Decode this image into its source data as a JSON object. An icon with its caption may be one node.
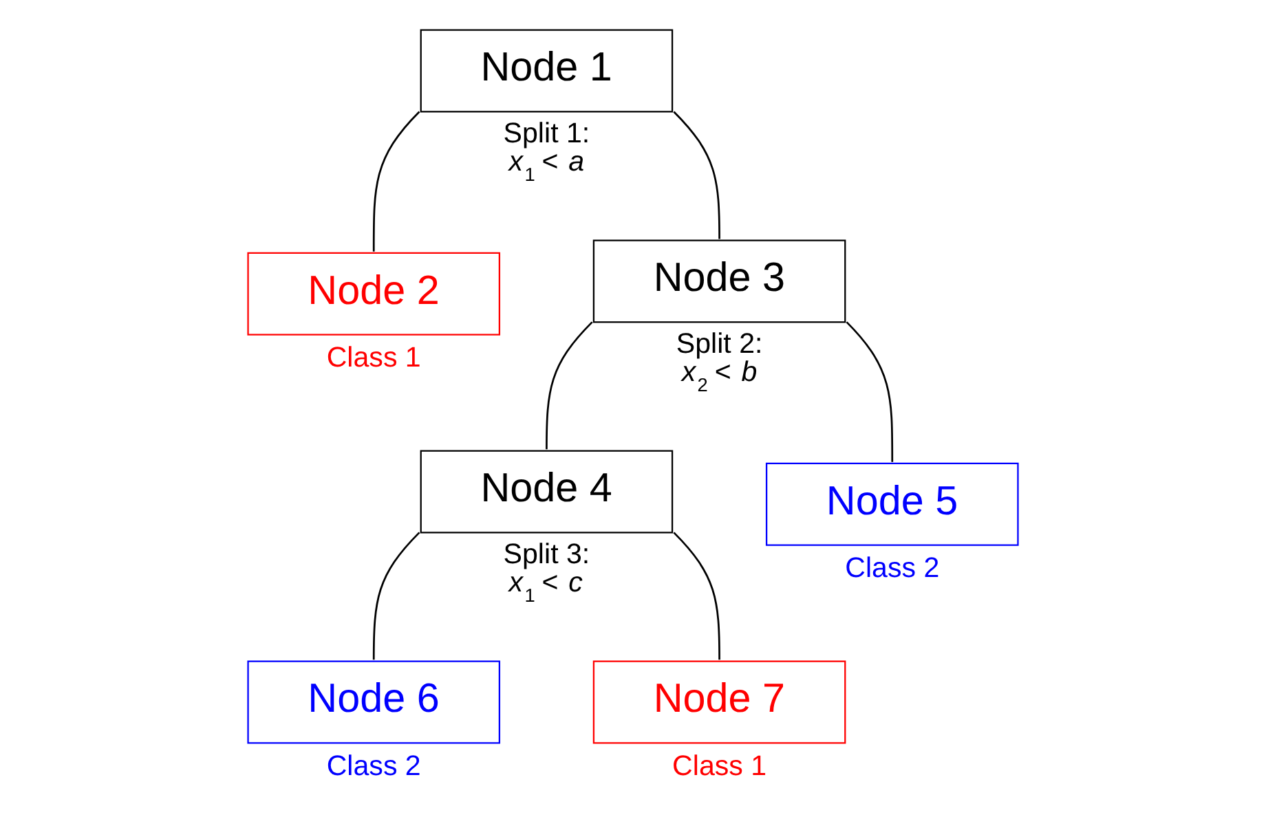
{
  "diagram": {
    "nodes": [
      {
        "text": [
          "Node 1"
        ],
        "beside": [
          "Split 1: *x*$_{1}$ < *a*"
        ]
      },
      {
        "text": [
          "Node 2"
        ],
        "beside": [
          "Class 1"
        ]
      },
      {
        "text": [
          "Node 3"
        ],
        "beside": [
          "Split 2: *x*$_{2}$ < *b*"
        ]
      },
      {
        "text": [
          "Node 4"
        ],
        "beside": [
          "Split 3: *x*$_{1}$ < *c*"
        ]
      },
      {
        "text": [
          "Node 5"
        ],
        "beside": [
          "Class 2"
        ]
      },
      {
        "text": [
          "Node 6"
        ],
        "beside": [
          "Class 2"
        ]
      },
      {
        "text": [
          "Node 7"
        ],
        "beside": [
          "Class 1"
        ]
      }
    ],
    "edges": [
      {
        "from": 0,
        "to": 1,
        "arrow": "none"
      },
      {
        "from": 0,
        "to": 2,
        "arrow": "none"
      },
      {
        "from": 2,
        "to": 3,
        "arrow": "none"
      },
      {
        "from": 2,
        "to": 4,
        "arrow": "none"
      },
      {
        "from": 3,
        "to": 5,
        "arrow": "none"
      },
      {
        "from": 3,
        "to": 6,
        "arrow": "none"
      }
    ]
  }
}
